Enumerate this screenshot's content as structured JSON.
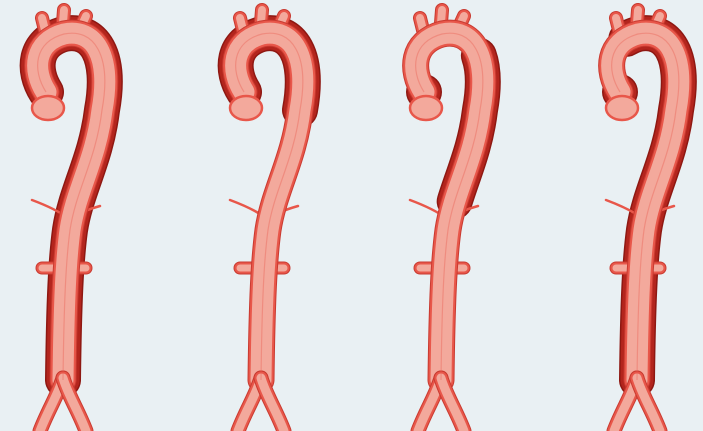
{
  "figure": {
    "background": "#e9f0f3",
    "colors": {
      "vessel_fill": "#f3a99c",
      "vessel_edge": "#e8574a",
      "vessel_outline": "#c93a30",
      "dissection_false_lumen": "#b3251d",
      "dissection_shadow": "#8e1812"
    },
    "panels": [
      {
        "id": "panel-1",
        "dissection_extent": "ascending-arch-descending-abdominal"
      },
      {
        "id": "panel-2",
        "dissection_extent": "ascending-arch"
      },
      {
        "id": "panel-3",
        "dissection_extent": "descending-thoracic"
      },
      {
        "id": "panel-4",
        "dissection_extent": "arch-descending-abdominal"
      }
    ]
  }
}
